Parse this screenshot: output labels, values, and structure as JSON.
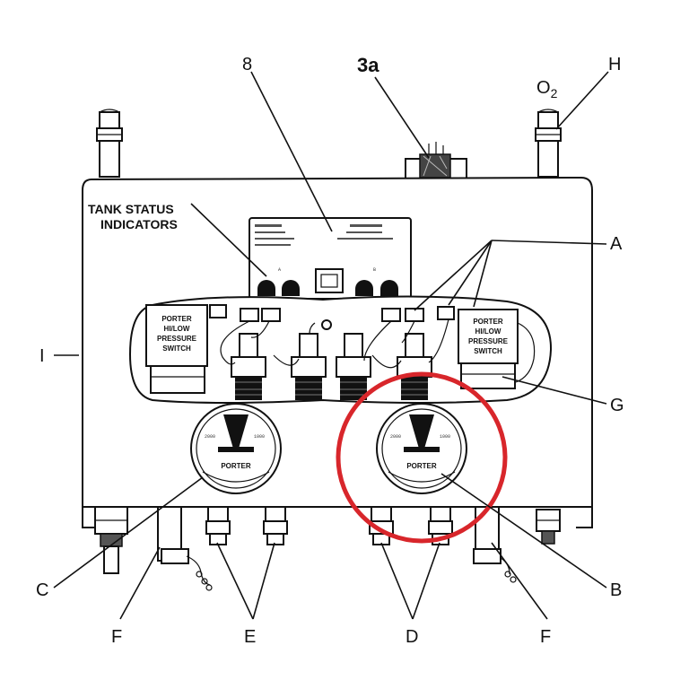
{
  "callouts": {
    "label_8": "8",
    "label_3a": "3a",
    "label_h": "H",
    "label_o2": "O",
    "label_o2_sub": "2",
    "label_a": "A",
    "label_i": "I",
    "label_g": "G",
    "label_c": "C",
    "label_b": "B",
    "label_f_left": "F",
    "label_e": "E",
    "label_d": "D",
    "label_f_right": "F"
  },
  "tank_status": {
    "line1": "TANK STATUS",
    "line2": "INDICATORS"
  },
  "switch_left": {
    "line1": "PORTER",
    "line2": "HI/LOW",
    "line3": "PRESSURE",
    "line4": "SWITCH"
  },
  "switch_right": {
    "line1": "PORTER",
    "line2": "HI/LOW",
    "line3": "PRESSURE",
    "line4": "SWITCH"
  },
  "gauge_left": {
    "brand": "PORTER"
  },
  "gauge_right": {
    "brand": "PORTER"
  },
  "colors": {
    "highlight_circle": "#d8262b",
    "ink": "#111111"
  }
}
